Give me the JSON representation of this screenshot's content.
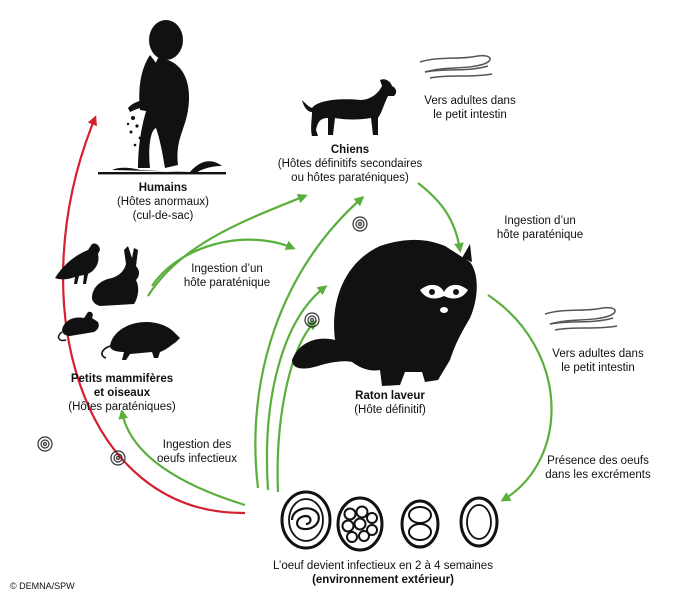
{
  "hosts": {
    "humans": {
      "name": "Humains",
      "line1": "(Hôtes anormaux)",
      "line2": "(cul-de-sac)"
    },
    "dogs": {
      "name": "Chiens",
      "line1": "(Hôtes définitifs secondaires",
      "line2": "ou hôtes paraténiques)"
    },
    "small_mammals": {
      "name1": "Petits mammifères",
      "name2": "et oiseaux",
      "line1": "(Hôtes paraténiques)"
    },
    "raccoon": {
      "name": "Raton laveur",
      "line1": "(Hôte définitif)"
    },
    "egg": {
      "line1": "L’oeuf devient infectieux en 2 à 4 semaines",
      "name": "(environnement extérieur)"
    }
  },
  "annotations": {
    "dogs_worms": {
      "line1": "Vers adultes dans",
      "line2": "le petit intestin"
    },
    "raccoon_worms": {
      "line1": "Vers adultes dans",
      "line2": "le petit intestin"
    },
    "ingest_host_right": {
      "line1": "Ingestion d’un",
      "line2": "hôte paraténique"
    },
    "ingest_host_left": {
      "line1": "Ingestion d’un",
      "line2": "hôte paraténique"
    },
    "ingest_eggs": {
      "line1": "Ingestion des",
      "line2": "oeufs infectieux"
    },
    "eggs_feces": {
      "line1": "Présence  des oeufs",
      "line2": "dans les excréments"
    }
  },
  "credit": "© DEMNA/SPW",
  "colors": {
    "green_arrow": "#5aaf3c",
    "red_arrow": "#d4202f",
    "silhouette": "#111111"
  },
  "icons": [
    "child-silhouette",
    "dog-silhouette",
    "raccoon-silhouette",
    "crow-silhouette",
    "rabbit-silhouette",
    "mouse-silhouette",
    "rat-silhouette",
    "worms-icon",
    "egg-icon"
  ]
}
